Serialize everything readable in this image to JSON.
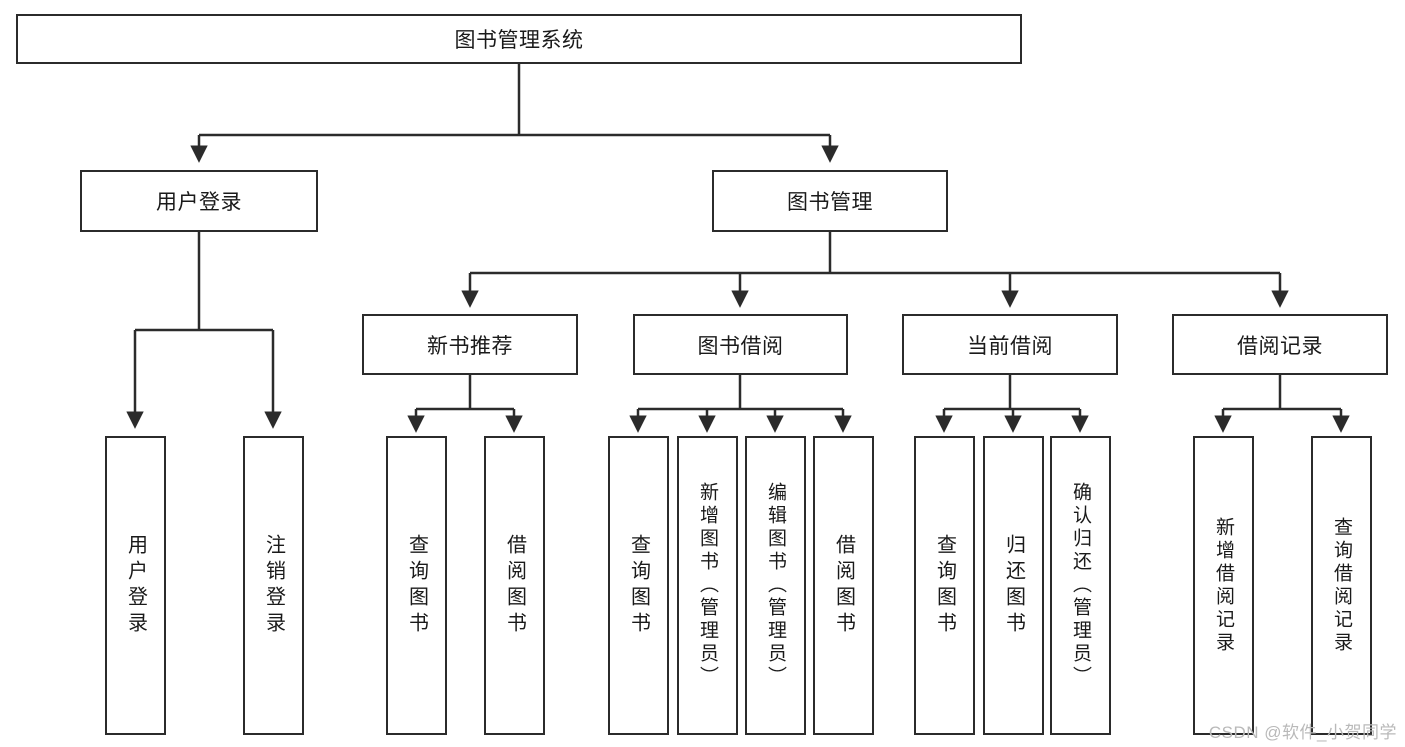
{
  "diagram": {
    "title": "图书管理系统",
    "type": "tree",
    "watermark": "CSDN @软件_小贺同学",
    "nodes": {
      "root": {
        "label": "图书管理系统"
      },
      "level2": [
        {
          "id": "user-login",
          "label": "用户登录"
        },
        {
          "id": "book-management",
          "label": "图书管理"
        }
      ],
      "level3": [
        {
          "id": "new-book-recommend",
          "label": "新书推荐"
        },
        {
          "id": "book-borrow",
          "label": "图书借阅"
        },
        {
          "id": "current-borrow",
          "label": "当前借阅"
        },
        {
          "id": "borrow-record",
          "label": "借阅记录"
        }
      ],
      "leaves": {
        "user-login": [
          {
            "id": "leaf-user-login",
            "label": "用户登录"
          },
          {
            "id": "leaf-logout-login",
            "label": "注销登录"
          }
        ],
        "new-book-recommend": [
          {
            "id": "leaf-query-book-1",
            "label": "查询图书"
          },
          {
            "id": "leaf-borrow-book-1",
            "label": "借阅图书"
          }
        ],
        "book-borrow": [
          {
            "id": "leaf-query-book-2",
            "label": "查询图书"
          },
          {
            "id": "leaf-add-book",
            "label": "新增图书（管理员）"
          },
          {
            "id": "leaf-edit-book",
            "label": "编辑图书（管理员）"
          },
          {
            "id": "leaf-borrow-book-2",
            "label": "借阅图书"
          }
        ],
        "current-borrow": [
          {
            "id": "leaf-query-book-3",
            "label": "查询图书"
          },
          {
            "id": "leaf-return-book",
            "label": "归还图书"
          },
          {
            "id": "leaf-confirm-return",
            "label": "确认归还（管理员）"
          }
        ],
        "borrow-record": [
          {
            "id": "leaf-add-record",
            "label": "新增借阅记录"
          },
          {
            "id": "leaf-query-record",
            "label": "查询借阅记录"
          }
        ]
      }
    },
    "colors": {
      "stroke": "#2b2b2b",
      "fill": "#ffffff",
      "text": "#1a1a1a",
      "watermark": "#b9b9b9"
    }
  }
}
